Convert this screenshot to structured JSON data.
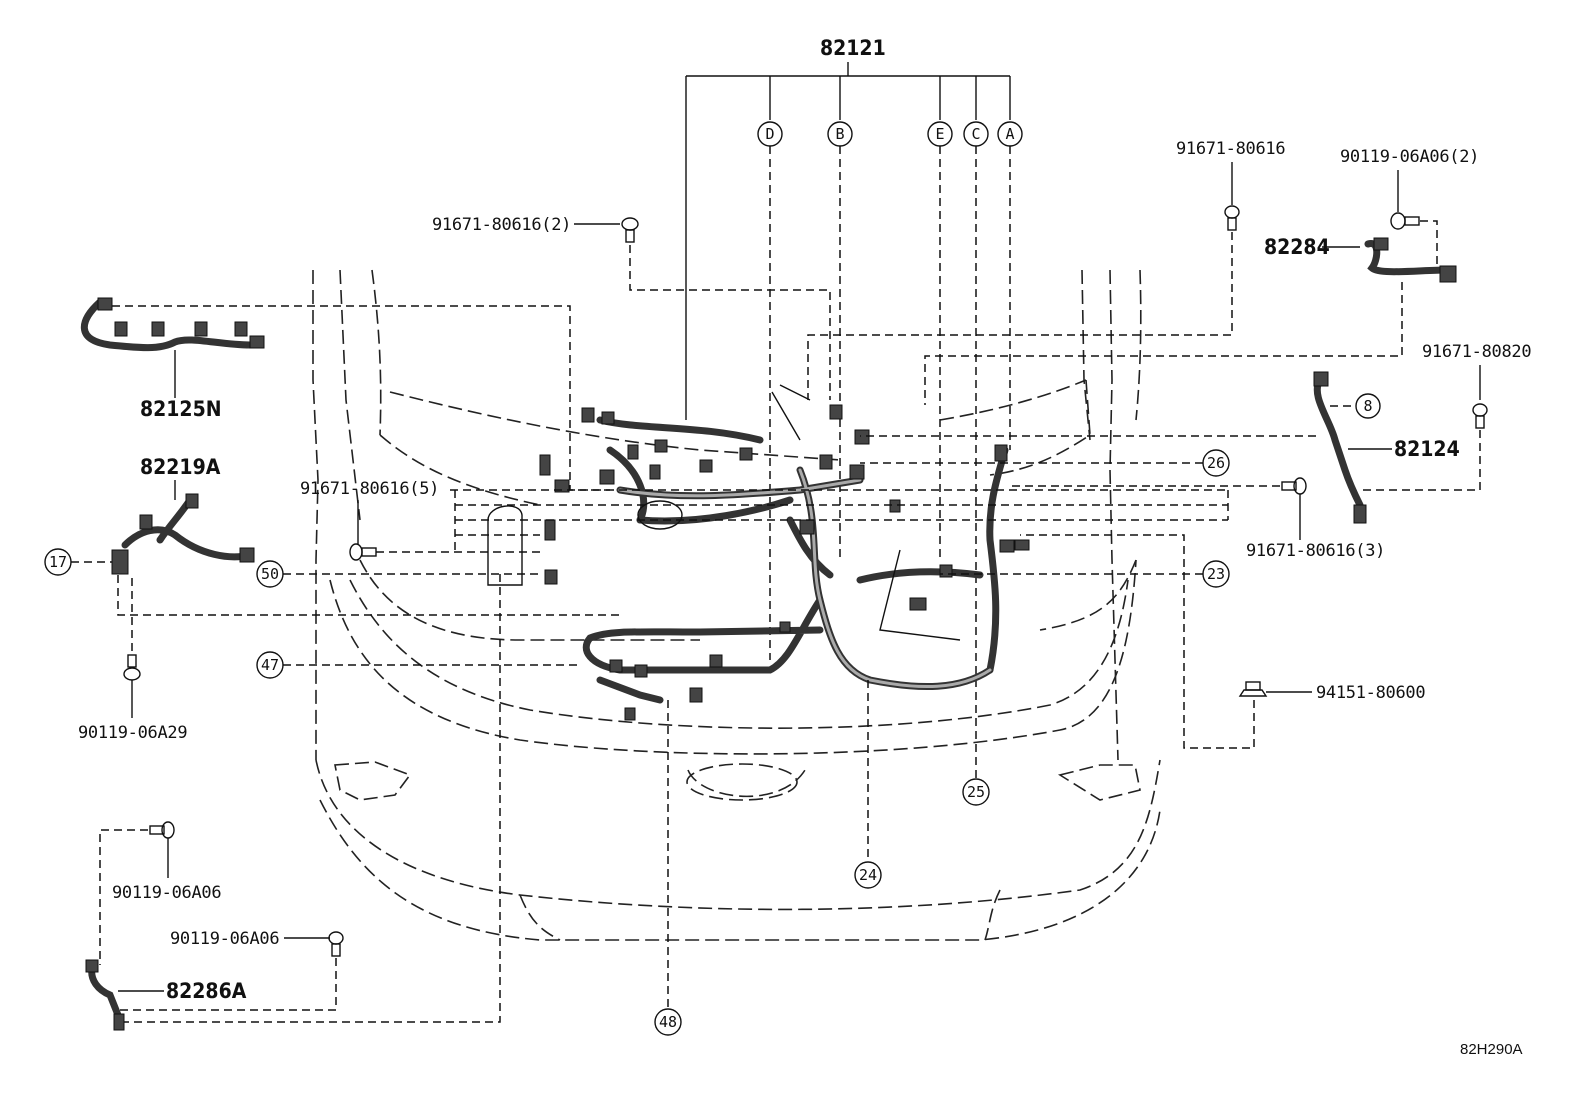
{
  "diagram": {
    "code": "82H290A",
    "main_part": "82121",
    "sub_refs": [
      "D",
      "B",
      "E",
      "C",
      "A"
    ],
    "parts": {
      "p82125N": "82125N",
      "p82219A": "82219A",
      "p82284": "82284",
      "p82124": "82124",
      "p82286A": "82286A"
    },
    "fasteners": {
      "f1": "91671-80616(2)",
      "f2": "91671-80616",
      "f3": "90119-06A06(2)",
      "f4": "91671-80820",
      "f5": "91671-80616(5)",
      "f6": "91671-80616(3)",
      "f7": "90119-06A29",
      "f8": "94151-80600",
      "f9": "90119-06A06",
      "f10": "90119-06A06"
    },
    "callouts": {
      "c8": "8",
      "c17": "17",
      "c23": "23",
      "c24": "24",
      "c25": "25",
      "c26": "26",
      "c47": "47",
      "c48": "48",
      "c50": "50"
    }
  }
}
